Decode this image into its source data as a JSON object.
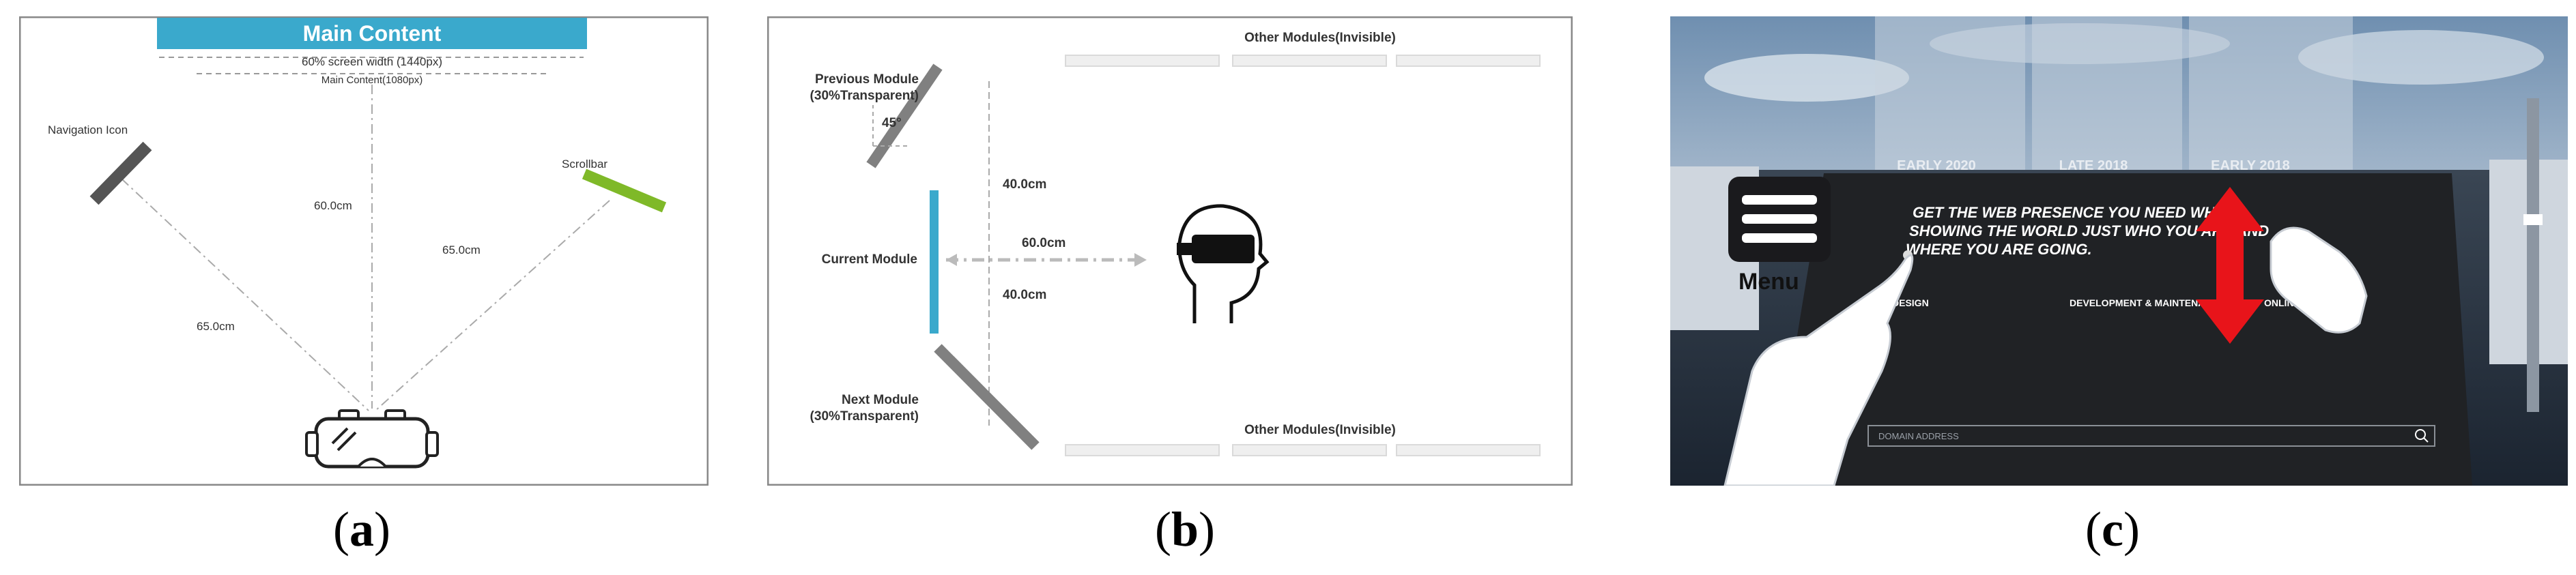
{
  "panel_a": {
    "main_content": "Main Content",
    "screen_width": "60% screen width  (1440px)",
    "main_content_width": "Main Content(1080px)",
    "navigation_icon": "Navigation Icon",
    "scrollbar": "Scrollbar",
    "distance_center": "60.0cm",
    "distance_right": "65.0cm",
    "distance_left": "65.0cm",
    "caption_letter": "a",
    "colors": {
      "main": "#3aa9cc",
      "scrollbar": "#7fb928",
      "nav": "#555555"
    }
  },
  "panel_b": {
    "other_modules_top": "Other Modules(Invisible)",
    "other_modules_bottom": "Other Modules(Invisible)",
    "previous_module_l1": "Previous Module",
    "previous_module_l2": "(30%Transparent)",
    "angle": "45°",
    "distance_top": "40.0cm",
    "distance_center": "60.0cm",
    "distance_bottom": "40.0cm",
    "current_module": "Current Module",
    "next_module_l1": "Next Module",
    "next_module_l2": "(30%Transparent)",
    "caption_letter": "b",
    "colors": {
      "current": "#3aa9cc",
      "transparent": "#808080"
    }
  },
  "panel_c": {
    "headline_l1": "GET THE WEB PRESENCE YOU NEED WHILE",
    "headline_l2": "SHOWING THE WORLD JUST WHO YOU ARE AND",
    "headline_l3": "WHERE YOU ARE GOING.",
    "col_design": "DESIGN",
    "col_dev": "DEVELOPMENT & MAINTENANCE",
    "col_online": "ONLINE",
    "menu_label": "Menu",
    "bg_label_1": "EARLY 2020",
    "bg_label_2": "LATE 2018",
    "bg_label_3": "EARLY 2018",
    "search_placeholder": "DOMAIN ADDRESS",
    "caption_letter": "c",
    "colors": {
      "arrow": "#e8141a"
    }
  }
}
